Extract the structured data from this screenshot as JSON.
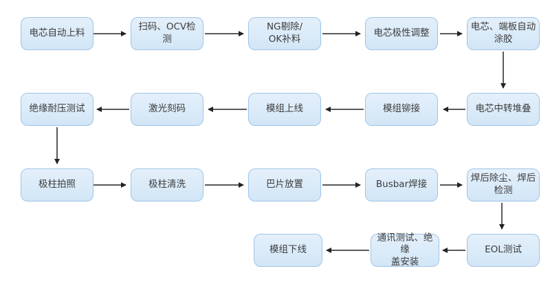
{
  "diagram_type": "process-flowchart",
  "colors": {
    "node_fill_top": "#e4f0fb",
    "node_fill_bottom": "#d2e6f7",
    "node_border": "#9fc3e4",
    "arrow": "#222222",
    "text": "#3c3c3c",
    "background": "#ffffff"
  },
  "nodes": [
    {
      "id": "cell-auto-loading",
      "label": "电芯自动上料"
    },
    {
      "id": "scan-ocv-test",
      "label": "扫码、OCV检测"
    },
    {
      "id": "ng-reject-ok-refill",
      "label": "NG剔除/\nOK补料"
    },
    {
      "id": "cell-polarity-adjust",
      "label": "电芯极性调整"
    },
    {
      "id": "cell-endplate-auto-glue",
      "label": "电芯、端板自动\n涂胶"
    },
    {
      "id": "cell-transfer-stacking",
      "label": "电芯中转堆叠"
    },
    {
      "id": "module-riveting",
      "label": "模组铆接"
    },
    {
      "id": "module-on-line",
      "label": "模组上线"
    },
    {
      "id": "laser-coding",
      "label": "激光刻码"
    },
    {
      "id": "insulation-withstand-test",
      "label": "绝缘耐压测试"
    },
    {
      "id": "pole-photograph",
      "label": "极柱拍照"
    },
    {
      "id": "pole-cleaning",
      "label": "极柱清洗"
    },
    {
      "id": "busbar-sheet-placement",
      "label": "巴片放置"
    },
    {
      "id": "busbar-welding",
      "label": "Busbar焊接"
    },
    {
      "id": "post-weld-dedust-inspect",
      "label": "焊后除尘、焊后\n检测"
    },
    {
      "id": "eol-test",
      "label": "EOL测试"
    },
    {
      "id": "comm-test-cover-install",
      "label": "通讯测试、绝缘\n盖安装"
    },
    {
      "id": "module-off-line",
      "label": "模组下线"
    }
  ],
  "edges": [
    {
      "from": "cell-auto-loading",
      "to": "scan-ocv-test"
    },
    {
      "from": "scan-ocv-test",
      "to": "ng-reject-ok-refill"
    },
    {
      "from": "ng-reject-ok-refill",
      "to": "cell-polarity-adjust"
    },
    {
      "from": "cell-polarity-adjust",
      "to": "cell-endplate-auto-glue"
    },
    {
      "from": "cell-endplate-auto-glue",
      "to": "cell-transfer-stacking"
    },
    {
      "from": "cell-transfer-stacking",
      "to": "module-riveting"
    },
    {
      "from": "module-riveting",
      "to": "module-on-line"
    },
    {
      "from": "module-on-line",
      "to": "laser-coding"
    },
    {
      "from": "laser-coding",
      "to": "insulation-withstand-test"
    },
    {
      "from": "insulation-withstand-test",
      "to": "pole-photograph"
    },
    {
      "from": "pole-photograph",
      "to": "pole-cleaning"
    },
    {
      "from": "pole-cleaning",
      "to": "busbar-sheet-placement"
    },
    {
      "from": "busbar-sheet-placement",
      "to": "busbar-welding"
    },
    {
      "from": "busbar-welding",
      "to": "post-weld-dedust-inspect"
    },
    {
      "from": "post-weld-dedust-inspect",
      "to": "eol-test"
    },
    {
      "from": "eol-test",
      "to": "comm-test-cover-install"
    },
    {
      "from": "comm-test-cover-install",
      "to": "module-off-line"
    }
  ]
}
